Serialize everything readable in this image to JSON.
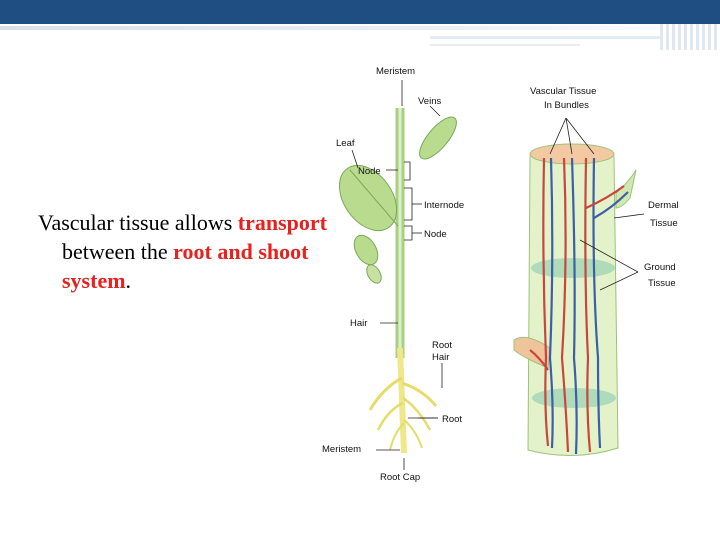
{
  "slide": {
    "text_before": "Vascular tissue allows ",
    "highlight_1": "transport",
    "text_middle": " between the ",
    "highlight_2": "root and shoot system",
    "text_after": ".",
    "highlight_color": "#e8211f",
    "header_color": "#1f4e82"
  },
  "figure": {
    "plant_labels": {
      "meristem_top": "Meristem",
      "veins": "Veins",
      "leaf": "Leaf",
      "node_1": "Node",
      "internode": "Internode",
      "node_2": "Node",
      "hair": "Hair",
      "root_hair_1": "Root",
      "root_hair_2": "Hair",
      "root": "Root",
      "meristem_bottom": "Meristem",
      "root_cap": "Root Cap"
    },
    "stem_labels": {
      "vascular_1": "Vascular Tissue",
      "vascular_2": "In Bundles",
      "dermal_1": "Dermal",
      "dermal_2": "Tissue",
      "ground_1": "Ground",
      "ground_2": "Tissue"
    }
  }
}
